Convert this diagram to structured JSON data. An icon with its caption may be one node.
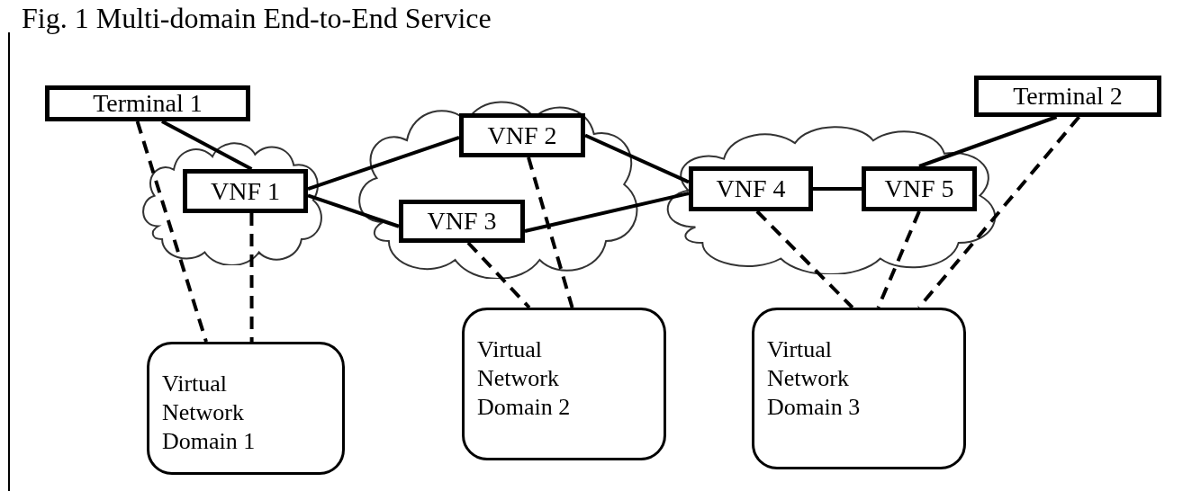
{
  "diagram": {
    "title": "Fig. 1 Multi-domain End-to-End Service",
    "nodes": [
      {
        "text": [
          "Terminal 1"
        ]
      },
      {
        "text": [],
        "shape": "cloud"
      },
      {
        "text": [
          "VNF 1"
        ],
        "in": 1
      },
      {
        "text": [],
        "shape": "cloud"
      },
      {
        "text": [
          "VNF 2"
        ],
        "in": 3
      },
      {
        "text": [
          "VNF 3"
        ],
        "in": 3
      },
      {
        "text": [],
        "shape": "cloud"
      },
      {
        "text": [
          "VNF 4"
        ],
        "in": 6
      },
      {
        "text": [
          "VNF 5"
        ],
        "in": 6
      },
      {
        "text": [
          "Terminal 2"
        ]
      },
      {
        "text": [
          "Virtual Network Domain 1"
        ]
      },
      {
        "text": [
          "Virtual Network Domain 2"
        ]
      },
      {
        "text": [
          "Virtual Network Domain 3"
        ]
      }
    ],
    "edges": [
      {
        "from": 0,
        "to": 2,
        "arrow": "none"
      },
      {
        "from": 2,
        "to": 4,
        "arrow": "none"
      },
      {
        "from": 2,
        "to": 5,
        "arrow": "none"
      },
      {
        "from": 4,
        "to": 7,
        "arrow": "none"
      },
      {
        "from": 5,
        "to": 7,
        "arrow": "none"
      },
      {
        "from": 7,
        "to": 8,
        "arrow": "none"
      },
      {
        "from": 9,
        "to": 8,
        "arrow": "none"
      },
      {
        "from": 0,
        "to": 10,
        "arrow": "none",
        "style": "dashed"
      },
      {
        "from": 2,
        "to": 10,
        "arrow": "none",
        "style": "dashed"
      },
      {
        "from": 4,
        "to": 11,
        "arrow": "none",
        "style": "dashed"
      },
      {
        "from": 5,
        "to": 11,
        "arrow": "none",
        "style": "dashed"
      },
      {
        "from": 7,
        "to": 12,
        "arrow": "none",
        "style": "dashed"
      },
      {
        "from": 8,
        "to": 12,
        "arrow": "none",
        "style": "dashed"
      },
      {
        "from": 9,
        "to": 12,
        "arrow": "none",
        "style": "dashed"
      }
    ]
  }
}
